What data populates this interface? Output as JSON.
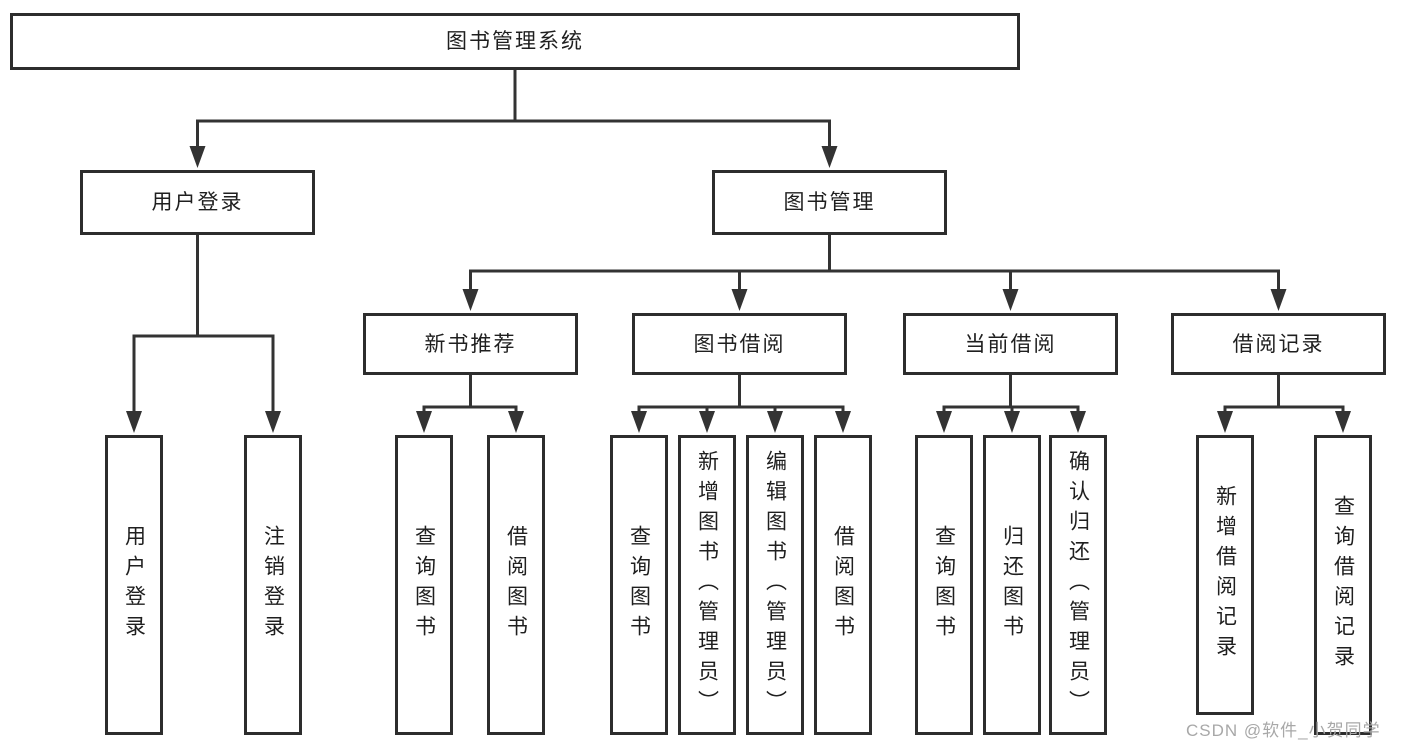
{
  "diagram": {
    "root": {
      "label": "图书管理系统"
    },
    "level2": {
      "user_login": {
        "label": "用户登录"
      },
      "book_mgmt": {
        "label": "图书管理"
      }
    },
    "level3": {
      "new_book_rec": {
        "label": "新书推荐"
      },
      "book_borrow": {
        "label": "图书借阅"
      },
      "current_borrow": {
        "label": "当前借阅"
      },
      "borrow_records": {
        "label": "借阅记录"
      }
    },
    "leaves": {
      "user_login_leaf": {
        "label": "用户登录"
      },
      "logout_leaf": {
        "label": "注销登录"
      },
      "nbr_query_books": {
        "label": "查询图书"
      },
      "nbr_borrow_books": {
        "label": "借阅图书"
      },
      "bb_query_books": {
        "label": "查询图书"
      },
      "bb_add_books": {
        "label": "新增图书（管理员）"
      },
      "bb_edit_books": {
        "label": "编辑图书（管理员）"
      },
      "bb_borrow_books": {
        "label": "借阅图书"
      },
      "cb_query_books": {
        "label": "查询图书"
      },
      "cb_return_books": {
        "label": "归还图书"
      },
      "cb_confirm_return": {
        "label": "确认归还（管理员）"
      },
      "br_add_record": {
        "label": "新增借阅记录"
      },
      "br_query_record": {
        "label": "查询借阅记录"
      }
    },
    "watermark": "CSDN @软件_小贺同学"
  }
}
